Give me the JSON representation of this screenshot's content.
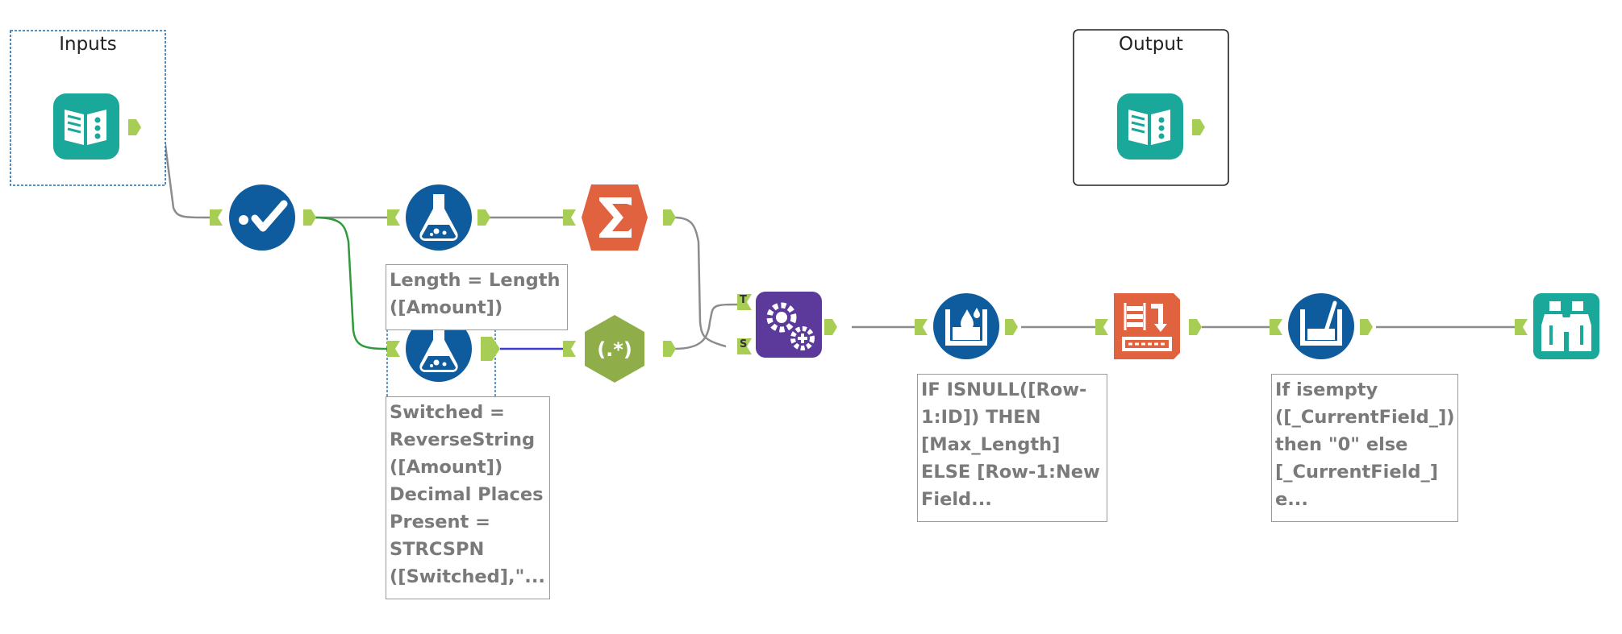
{
  "containers": {
    "inputs": {
      "title": "Inputs"
    },
    "output": {
      "title": "Output"
    }
  },
  "tools": {
    "input_data": {
      "icon": "input-book-icon",
      "color": "#1aa89a"
    },
    "select": {
      "icon": "checkmark-icon",
      "color": "#0e5c9e"
    },
    "formula_top": {
      "icon": "formula-flask-icon",
      "color": "#0e5c9e"
    },
    "summarize": {
      "icon": "sigma-icon",
      "color": "#e0623f"
    },
    "formula_mid": {
      "icon": "formula-flask-icon",
      "color": "#0e5c9e"
    },
    "regex": {
      "icon": "regex-icon",
      "color": "#8fae4a",
      "label": "(.*)"
    },
    "append_fields": {
      "icon": "gears-icon",
      "color": "#5b3a9b"
    },
    "multi_row_formula": {
      "icon": "multi-row-formula-icon",
      "color": "#0e5c9e"
    },
    "sort": {
      "icon": "sort-icon",
      "color": "#e0623f"
    },
    "multi_field_formula": {
      "icon": "multi-field-formula-icon",
      "color": "#0e5c9e"
    },
    "browse": {
      "icon": "binoculars-icon",
      "color": "#1aa89a"
    },
    "output_data": {
      "icon": "input-book-icon",
      "color": "#1aa89a"
    }
  },
  "anchors": {
    "true_label": "T",
    "source_label": "S"
  },
  "annotations": {
    "formula_mid_top": "Length = Length\n([Amount])",
    "formula_mid_bottom": "Switched =\nReverseString\n([Amount])\nDecimal Places\nPresent =\nSTRCSPN\n([Switched],\"...",
    "multi_row_formula": "IF ISNULL([Row-\n1:ID]) THEN\n[Max_Length]\nELSE [Row-1:New\nField...",
    "multi_field_formula": "If isempty\n([_CurrentField_])\nthen \"0\" else\n[_CurrentField_]\ne..."
  },
  "colors": {
    "connection": "#8c8c8c",
    "connection_selected_green": "#2e9a3c",
    "connection_selected_blue": "#3b3bd1",
    "anchor": "#a8cd54",
    "selection": "#1f6fb3"
  }
}
